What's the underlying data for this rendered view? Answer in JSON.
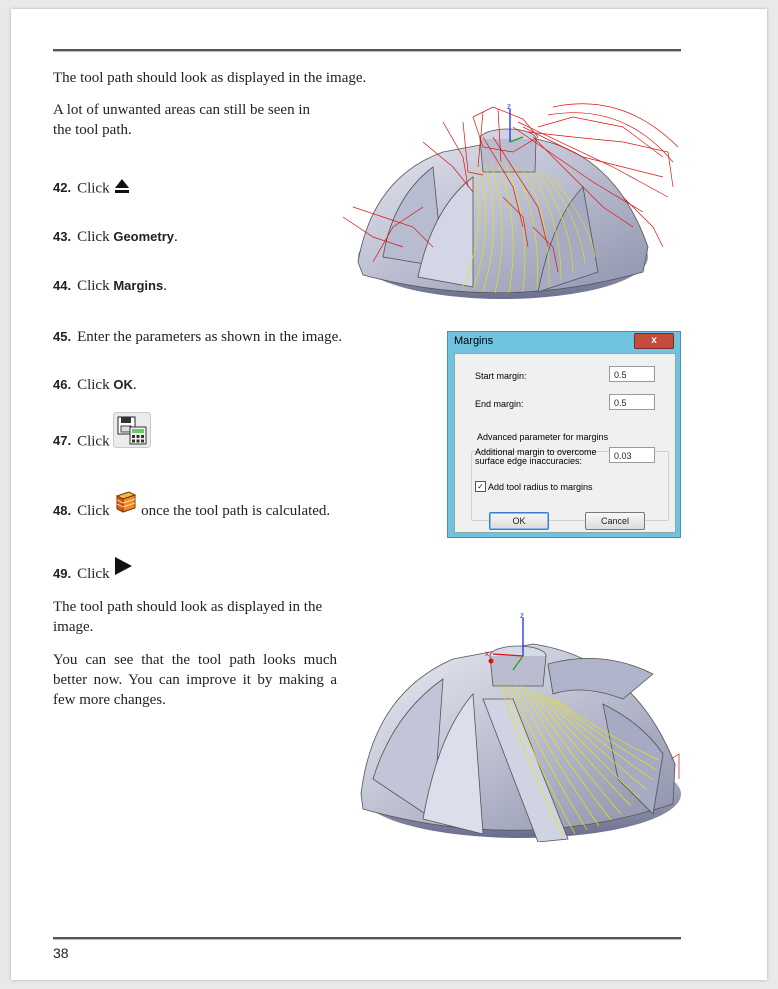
{
  "body": {
    "intro": "The tool path should look as displayed in the image.",
    "unwanted": "A lot of unwanted areas can still be seen in the tool path.",
    "steps": [
      {
        "num": "42.",
        "text": "Click",
        "bold": "",
        "after": ""
      },
      {
        "num": "43.",
        "text": "Click",
        "bold": "Geometry",
        "after": "."
      },
      {
        "num": "44.",
        "text": "Click",
        "bold": "Margins",
        "after": "."
      },
      {
        "num": "45.",
        "text": "Enter the parameters as shown in the image.",
        "bold": "",
        "after": ""
      },
      {
        "num": "46.",
        "text": "Click",
        "bold": "OK",
        "after": "."
      },
      {
        "num": "47.",
        "text": "Click",
        "bold": "",
        "after": ""
      },
      {
        "num": "48.",
        "text": "Click",
        "bold": "",
        "after": "once the tool path is calculated."
      },
      {
        "num": "49.",
        "text": "Click",
        "bold": "",
        "after": ""
      }
    ],
    "result": "The tool path should look as displayed in the image.",
    "better": "You can see that the tool path looks much better now. You can improve it by making a few more changes."
  },
  "dialog": {
    "title": "Margins",
    "close": "x",
    "start_label": "Start margin:",
    "start_value": "0.5",
    "end_label": "End margin:",
    "end_value": "0.5",
    "group_label": "Advanced parameter for margins",
    "additional_label_1": "Additional margin to overcome",
    "additional_label_2": "surface edge inaccuracies:",
    "additional_value": "0.03",
    "checkbox_label": "Add tool radius to margins",
    "checkbox_checked": true,
    "ok": "OK",
    "cancel": "Cancel"
  },
  "axis_labels": {
    "z": "z",
    "x": "x"
  },
  "page_number": "38",
  "colors": {
    "toolpath_red": "#e01010",
    "toolpath_yellow": "#e8e800",
    "dialog_frame": "#6fc3de",
    "part_gray": "#c4c7d6"
  },
  "icons": [
    "eject-icon",
    "calculate-icon",
    "toolpath-icon",
    "play-icon"
  ]
}
